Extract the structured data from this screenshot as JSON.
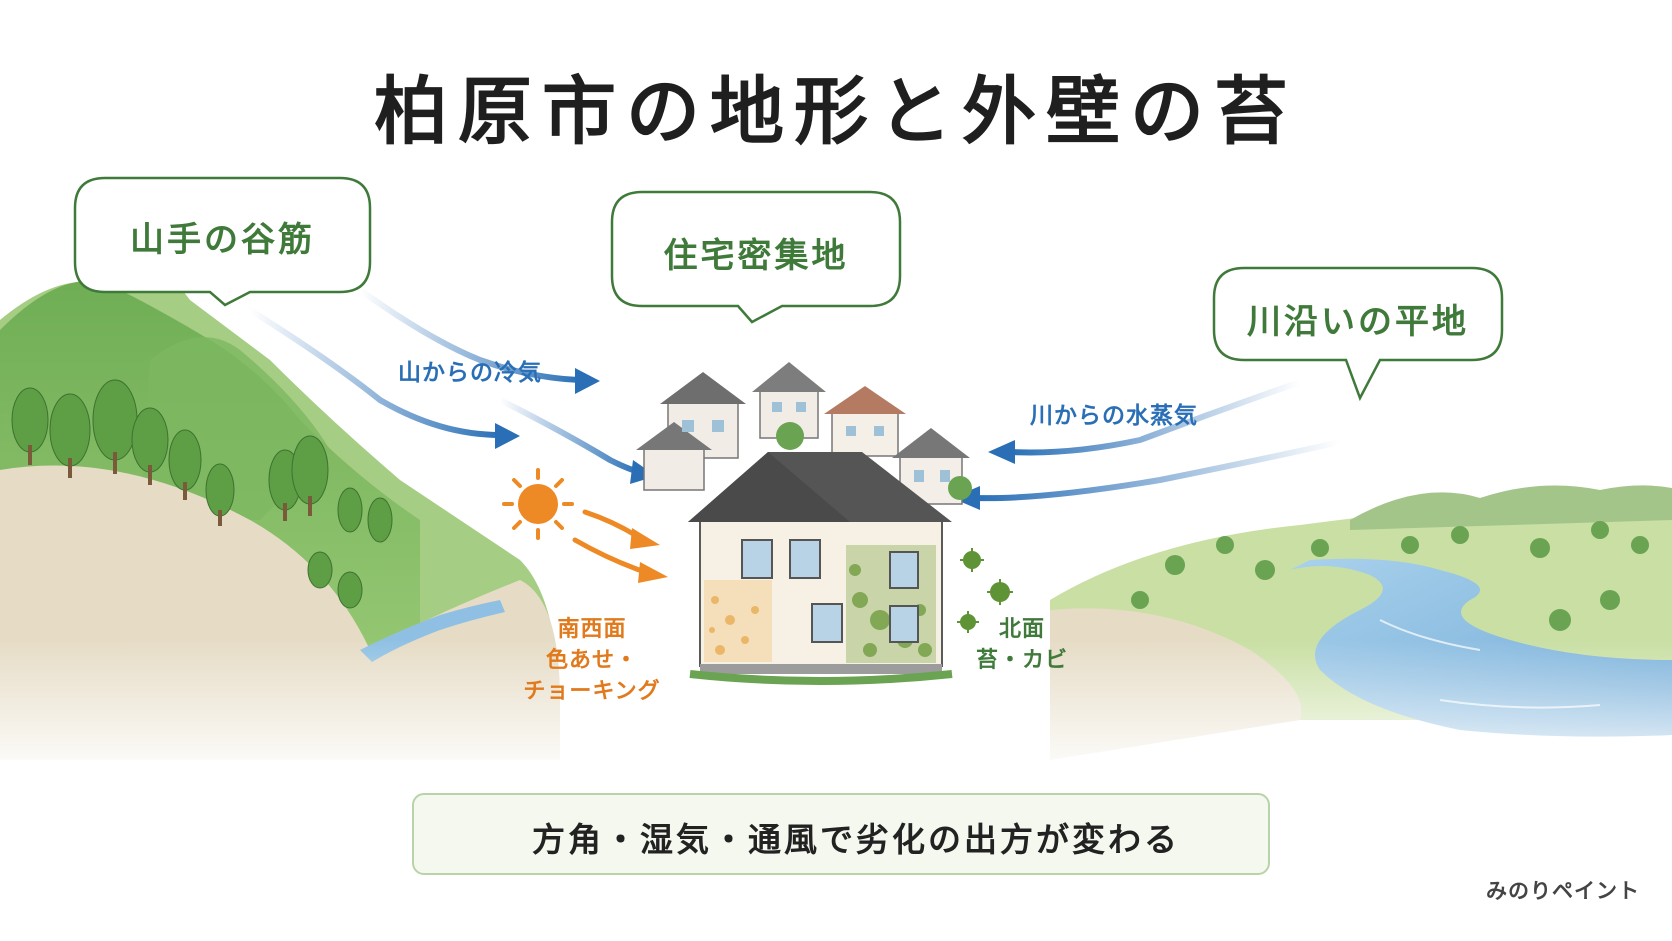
{
  "title": "柏原市の地形と外壁の苔",
  "zones": {
    "left": "山手の谷筋",
    "center": "住宅密集地",
    "right": "川沿いの平地"
  },
  "flows": {
    "mountain_air": "山からの冷気",
    "river_vapor": "川からの水蒸気"
  },
  "south_face": {
    "line1": "南西面",
    "line2": "色あせ・",
    "line3": "チョーキング"
  },
  "north_face": {
    "line1": "北面",
    "line2": "苔・カビ"
  },
  "banner": {
    "icon": "leaf-icon",
    "text": "方角・湿気・通風で劣化の出方が変わる"
  },
  "brand": "みのりペイント",
  "colors": {
    "accent_green": "#3f7a3a",
    "air_blue": "#2a6fb6",
    "sun_orange": "#e07a1c"
  }
}
